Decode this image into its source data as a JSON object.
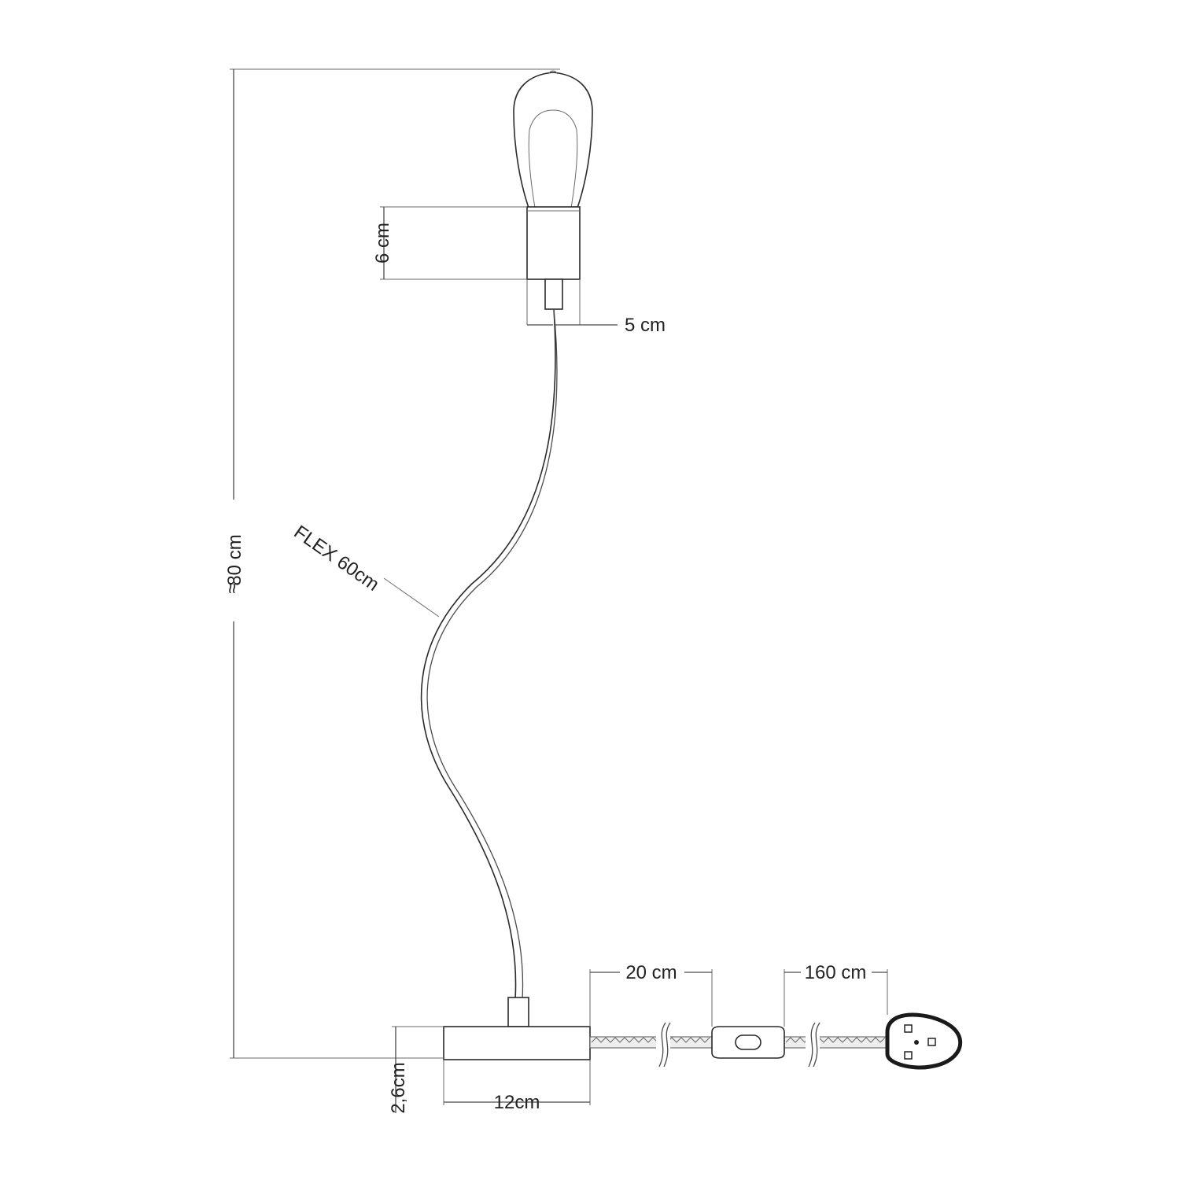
{
  "dimensions": {
    "total_height": "80 cm",
    "approx_symbol": "≈",
    "holder_height": "6 cm",
    "holder_width": "5 cm",
    "flex_length": "FLEX 60cm",
    "cable_to_switch": "20 cm",
    "cable_to_plug": "160 cm",
    "base_height": "2,6cm",
    "base_length": "12cm"
  }
}
